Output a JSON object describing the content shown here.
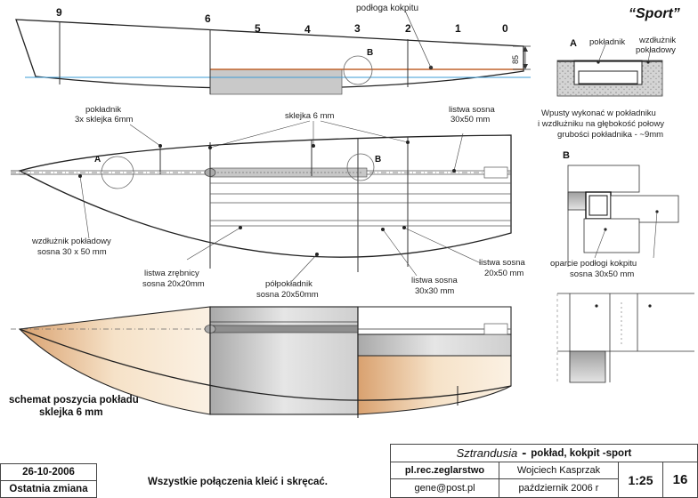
{
  "title_variant": "“Sport”",
  "stations": [
    "9",
    "6",
    "5",
    "4",
    "3",
    "2",
    "1",
    "0"
  ],
  "profile": {
    "dim_85": "85",
    "callout_b": "B",
    "label_podloga": "podłoga kokpitu"
  },
  "plan": {
    "callout_a": "A",
    "callout_b": "B",
    "label_poklad_line1": "pokładnik",
    "label_poklad_line2": "3x sklejka 6mm",
    "label_sklejka": "sklejka 6 mm",
    "label_listwa_30x50_line1": "listwa sosna",
    "label_listwa_30x50_line2": "30x50 mm",
    "label_wzdluznik_line1": "wzdłużnik pokładowy",
    "label_wzdluznik_line2": "sosna 30 x 50 mm",
    "label_zrebnica_line1": "listwa zrębnicy",
    "label_zrebnica_line2": "sosna 20x20mm",
    "label_polpoklad_line1": "półpokładnik",
    "label_polpoklad_line2": "sosna 20x50mm",
    "label_listwa_30x30_line1": "listwa sosna",
    "label_listwa_30x30_line2": "30x30 mm",
    "label_listwa_20x50_line1": "listwa sosna",
    "label_listwa_20x50_line2": "20x50 mm"
  },
  "detail_a": {
    "heading": "A",
    "label_pokladnik": "pokładnik",
    "label_wzdluznik_line1": "wzdłużnik",
    "label_wzdluznik_line2": "pokładowy",
    "note_line1": "Wpusty wykonać w pokładniku",
    "note_line2": "i wzdłużniku na głębokość połowy",
    "note_line3": "grubości pokładnika - ~9mm"
  },
  "detail_b": {
    "heading": "B",
    "label_line1": "oparcie podłogi kokpitu",
    "label_line2": "sosna 30x50 mm"
  },
  "schemat": {
    "line1": "schemat poszycia pokładu",
    "line2": "sklejka 6 mm"
  },
  "footer": {
    "date": "26-10-2006",
    "last_change": "Ostatnia zmiana",
    "note": "Wszystkie połączenia kleić i skręcać.",
    "boat_name": "Sztrandusia",
    "dash": "-",
    "sheet_title": "pokład, kokpit -sport",
    "site": "pl.rec.zeglarstwo",
    "author": "Wojciech Kasprzak",
    "scale": "1:25",
    "sheet_no": "16",
    "email": "gene@post.pl",
    "month": "październik 2006 r"
  },
  "colors": {
    "orange": "#c0622b",
    "blue": "#3a9bd5",
    "tan": "#e8c9a4",
    "gray": "#c7c7c7"
  }
}
